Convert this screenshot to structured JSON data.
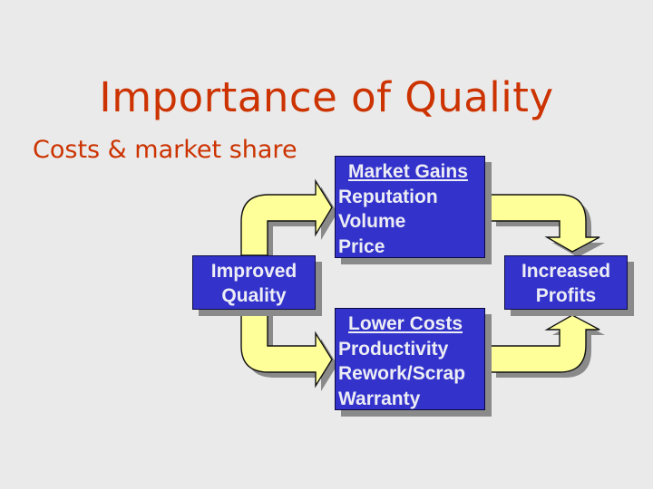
{
  "slide": {
    "title": "Importance of Quality",
    "subtitle": "Costs & market share"
  },
  "diagram": {
    "source": {
      "line1": "Improved",
      "line2": "Quality"
    },
    "market_gains": {
      "heading": "Market Gains",
      "items": [
        "Reputation",
        "Volume",
        "Price"
      ]
    },
    "lower_costs": {
      "heading": "Lower Costs",
      "items": [
        "Productivity",
        "Rework/Scrap",
        "Warranty"
      ]
    },
    "result": {
      "line1": "Increased",
      "line2": "Profits"
    }
  },
  "colors": {
    "background": "#EAEAEA",
    "title": "#CC3300",
    "box_fill": "#3333CC",
    "box_text": "#EDEDF5",
    "arrow_fill": "#FFFF99",
    "shadow": "#8A8A8A"
  }
}
